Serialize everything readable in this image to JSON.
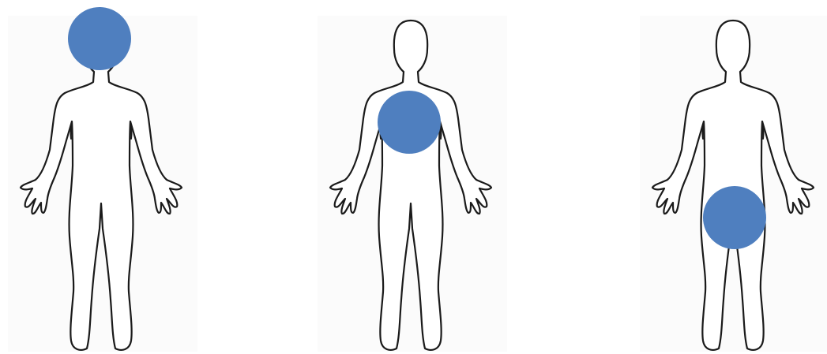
{
  "figures": [
    {
      "id": "figure-1",
      "highlight_region": "head"
    },
    {
      "id": "figure-2",
      "highlight_region": "chest"
    },
    {
      "id": "figure-3",
      "highlight_region": "pelvis"
    }
  ],
  "colors": {
    "marker": "#4f7fbf",
    "outline": "#1a1a1a",
    "figure_fill": "#ffffff"
  },
  "icons": {
    "figure": "human-body-outline-icon",
    "marker": "circle-marker-icon"
  }
}
